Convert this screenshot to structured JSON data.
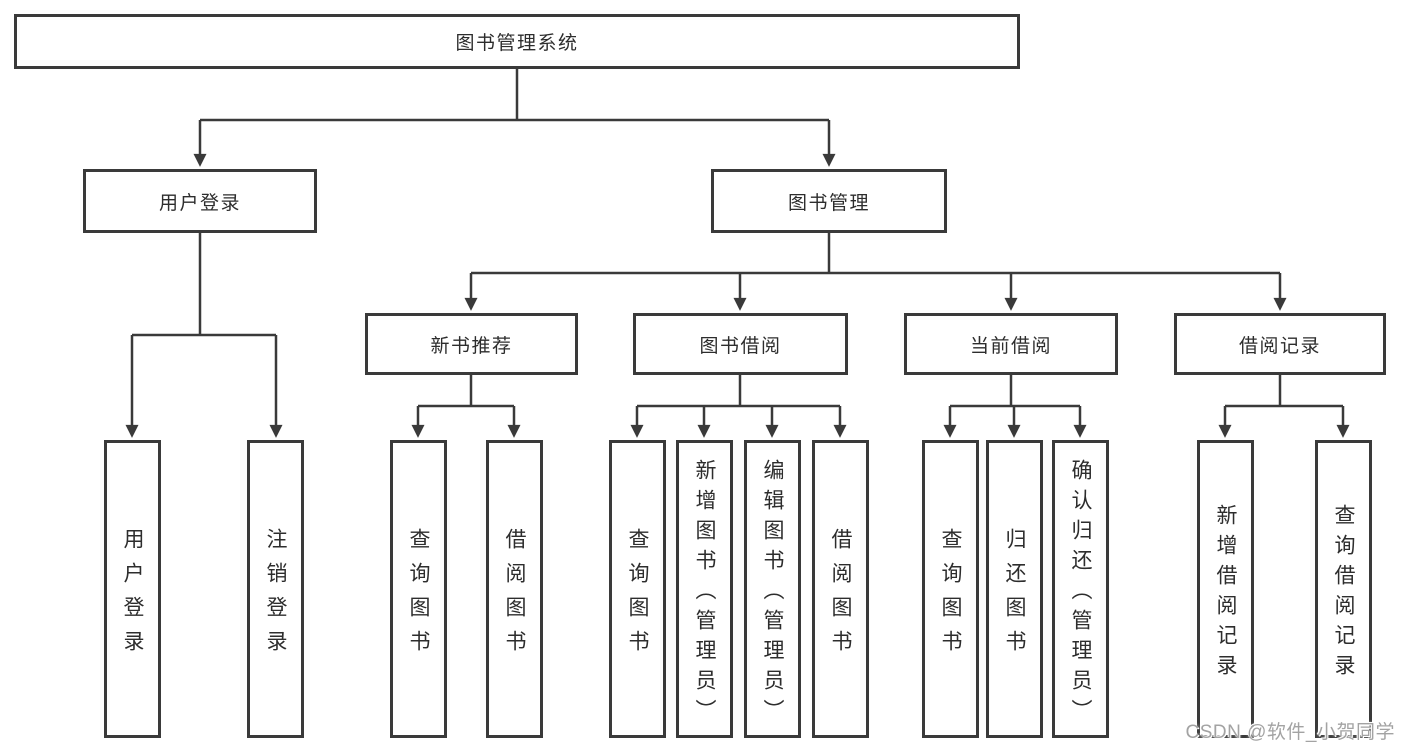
{
  "diagram_title": "图书管理系统",
  "tree": {
    "root": "图书管理系统",
    "branches": [
      {
        "label": "用户登录",
        "children": [
          "用户登录",
          "注销登录"
        ]
      },
      {
        "label": "图书管理",
        "groups": [
          {
            "label": "新书推荐",
            "children": [
              "查询图书",
              "借阅图书"
            ]
          },
          {
            "label": "图书借阅",
            "children": [
              "查询图书",
              "新增图书（管理员）",
              "编辑图书（管理员）",
              "借阅图书"
            ]
          },
          {
            "label": "当前借阅",
            "children": [
              "查询图书",
              "归还图书",
              "确认归还（管理员）"
            ]
          },
          {
            "label": "借阅记录",
            "children": [
              "新增借阅记录",
              "查询借阅记录"
            ]
          }
        ]
      }
    ]
  },
  "watermark": {
    "text": "CSDN @软件_小贺同学"
  },
  "colors": {
    "line": "#3a3a3a",
    "box_border": "#3a3a3a",
    "box_fill": "#ffffff",
    "text": "#2d2d2d",
    "watermark": "#a3a3a3",
    "background": "#ffffff"
  }
}
